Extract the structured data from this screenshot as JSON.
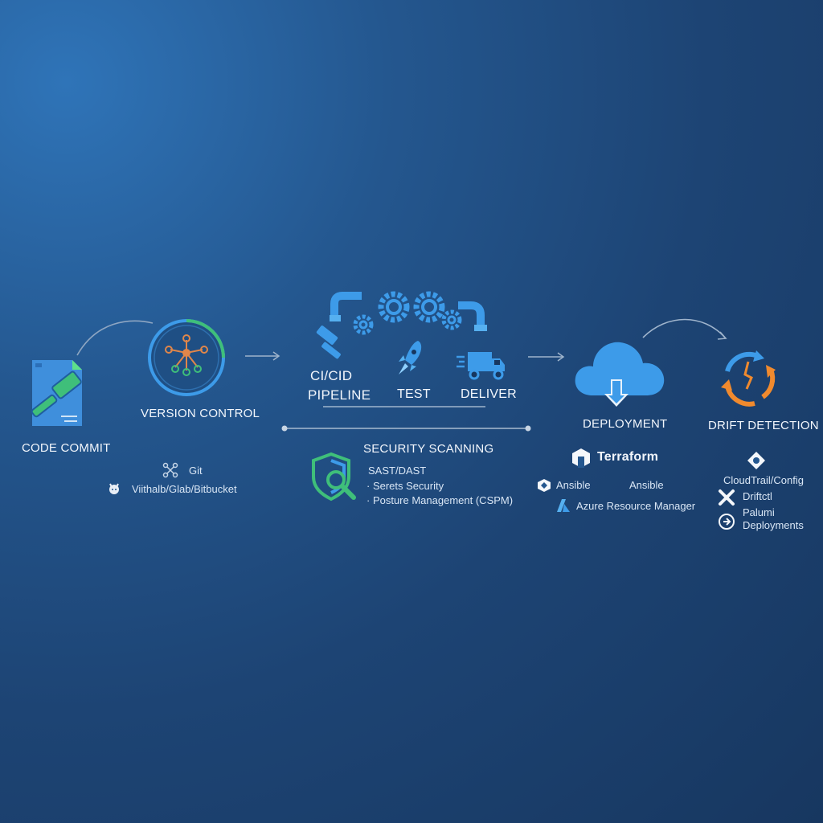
{
  "stages": {
    "code_commit": "CODE COMMIT",
    "version_control": "VERSION CONTROL",
    "ci_cd_line1": "CI/CID",
    "ci_cd_line2": "PIPELINE",
    "test": "TEST",
    "deliver": "DELIVER",
    "security_scanning": "SECURITY SCANNING",
    "deployment": "DEPLOYMENT",
    "drift_detection": "DRIFT DETECTION"
  },
  "version_control_tools": {
    "git": "Git",
    "hosts": "Viithalb/Glab/Bitbucket"
  },
  "security_items": {
    "sast": "SAST/DAST",
    "secrets": "· Serets Security",
    "cspm": "· Posture Management (CSPM)"
  },
  "deployment_tools": {
    "terraform": "Terraform",
    "ansible1": "Ansible",
    "ansible2": "Ansible",
    "azure": "Azure Resource Manager"
  },
  "drift_tools": {
    "cloudtrail": "CloudTrail/Config",
    "driftctl": "Driftctl",
    "pulumi_line1": "Palumi",
    "pulumi_line2": "Deployments"
  },
  "colors": {
    "accent_blue": "#3d9be9",
    "accent_green": "#3fbf7a",
    "accent_orange": "#f08a2e",
    "line": "#9fb4cc"
  },
  "icons": [
    "hammer-document-icon",
    "network-node-icon",
    "gear-pipes-icon",
    "hammer-icon",
    "rocket-icon",
    "delivery-truck-icon",
    "shield-search-icon",
    "cloud-upload-icon",
    "drift-cycle-icon",
    "terraform-icon",
    "ansible-icon",
    "azure-icon",
    "git-icon",
    "github-icon",
    "cloudtrail-icon",
    "driftctl-icon",
    "pulumi-icon"
  ]
}
